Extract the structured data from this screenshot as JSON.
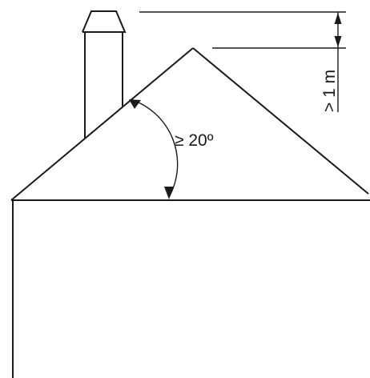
{
  "diagram": {
    "angle_label": "≥ 20º",
    "height_label": "> 1 m",
    "roof_pitch_min_deg": 20,
    "chimney_height_above_ridge_min_m": 1
  }
}
